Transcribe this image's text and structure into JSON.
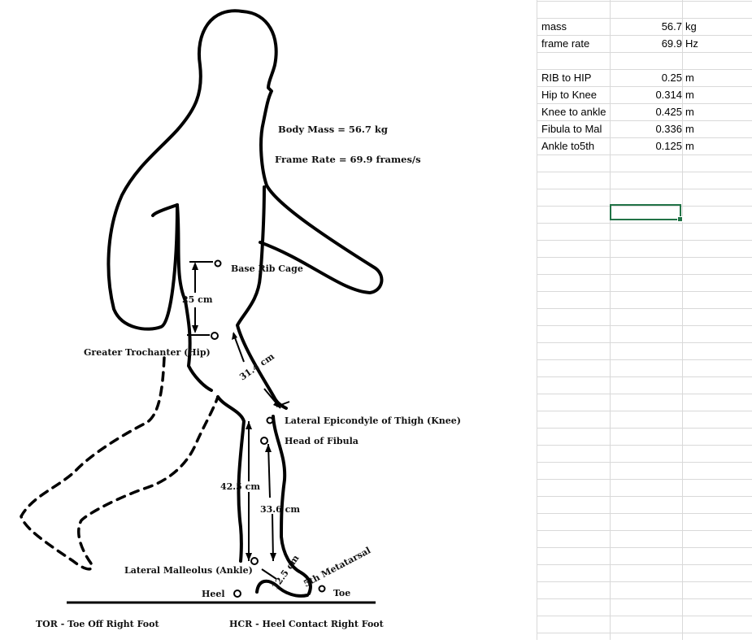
{
  "figure": {
    "body_mass": "Body Mass = 56.7 kg",
    "frame_rate": "Frame Rate = 69.9 frames/s",
    "base_rib_cage": "Base Rib Cage",
    "dist_rib_hip": "25 cm",
    "greater_trochanter": "Greater Trochanter (Hip)",
    "dist_hip_knee": "31.4 cm",
    "lateral_epicondyle": "Lateral Epicondyle of Thigh (Knee)",
    "head_of_fibula": "Head of Fibula",
    "dist_knee_ankle": "42.5 cm",
    "dist_fibula_mal": "33.6 cm",
    "lateral_malleolus": "Lateral Malleolus (Ankle)",
    "dist_ankle_5th": "12.5 cm",
    "fifth_metatarsal": "5th Metatarsal",
    "heel": "Heel",
    "toe": "Toe",
    "tor": "TOR - Toe Off Right Foot",
    "hcr": "HCR - Heel Contact Right Foot"
  },
  "sheet": {
    "rows": [
      {
        "label": "mass",
        "value": "56.7",
        "unit": "kg"
      },
      {
        "label": "frame rate",
        "value": "69.9",
        "unit": "Hz"
      },
      {
        "label": "",
        "value": "",
        "unit": ""
      },
      {
        "label": "RIB to HIP",
        "value": "0.25",
        "unit": "m"
      },
      {
        "label": "Hip to Knee",
        "value": "0.314",
        "unit": "m"
      },
      {
        "label": "Knee to ankle",
        "value": "0.425",
        "unit": "m"
      },
      {
        "label": "Fibula to Mal",
        "value": "0.336",
        "unit": "m"
      },
      {
        "label": "Ankle to5th",
        "value": "0.125",
        "unit": "m"
      }
    ]
  }
}
